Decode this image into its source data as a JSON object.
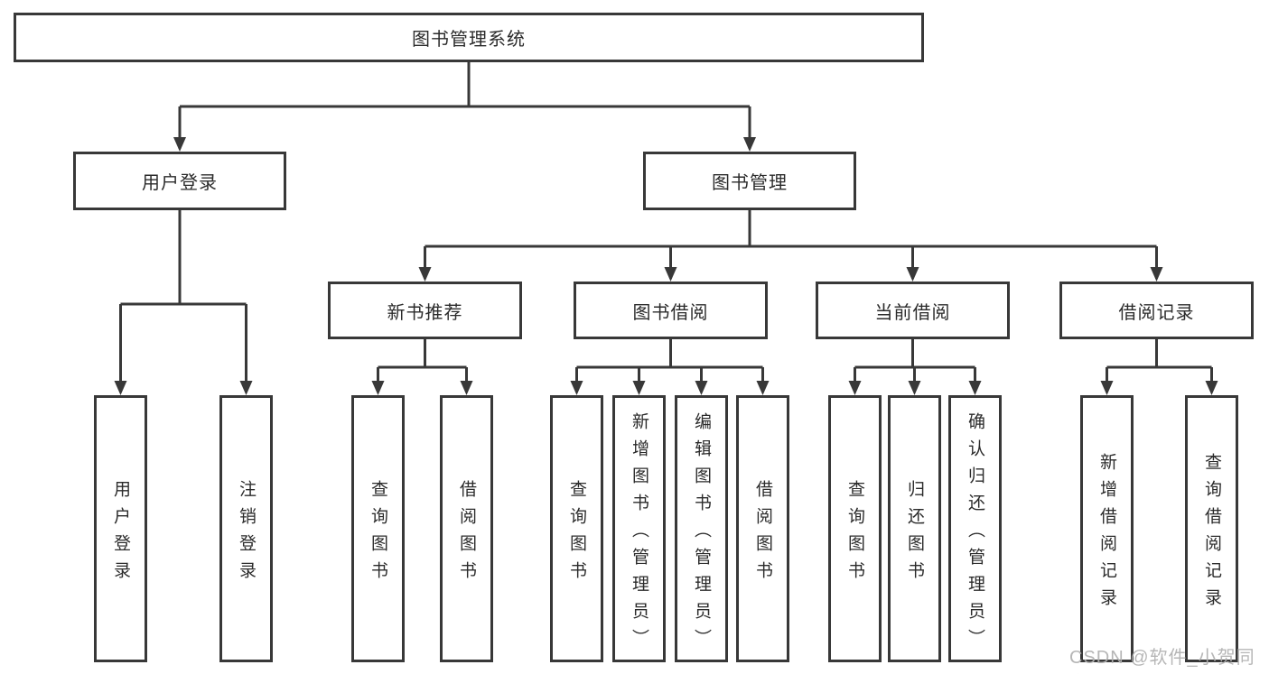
{
  "colors": {
    "line": "#383838",
    "text": "#2b2b2b",
    "background": "#ffffff",
    "watermark": "#b0b0b0"
  },
  "tree": {
    "root": {
      "label": "图书管理系统"
    },
    "branches": [
      {
        "label": "用户登录",
        "children": [
          {
            "label": "用户登录"
          },
          {
            "label": "注销登录"
          }
        ]
      },
      {
        "label": "图书管理",
        "children": [
          {
            "label": "新书推荐",
            "children": [
              {
                "label": "查询图书"
              },
              {
                "label": "借阅图书"
              }
            ]
          },
          {
            "label": "图书借阅",
            "children": [
              {
                "label": "查询图书"
              },
              {
                "label": "新增图书（管理员）"
              },
              {
                "label": "编辑图书（管理员）"
              },
              {
                "label": "借阅图书"
              }
            ]
          },
          {
            "label": "当前借阅",
            "children": [
              {
                "label": "查询图书"
              },
              {
                "label": "归还图书"
              },
              {
                "label": "确认归还（管理员）"
              }
            ]
          },
          {
            "label": "借阅记录",
            "children": [
              {
                "label": "新增借阅记录"
              },
              {
                "label": "查询借阅记录"
              }
            ]
          }
        ]
      }
    ]
  },
  "watermark": {
    "text": "CSDN @软件_小贺同学"
  }
}
